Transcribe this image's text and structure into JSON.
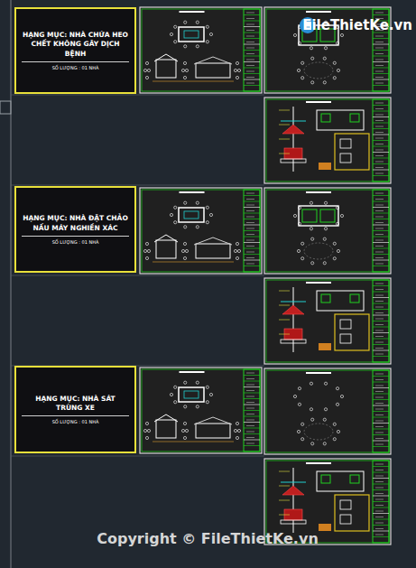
{
  "diagram": {
    "nodes": [
      {
        "text": [
          "HẠNG MỤC: NHÀ CHỨA HEO CHẾT KHÔNG GÂY DỊCH BỆNH",
          "SỐ LƯỢNG : 01 NHÀ"
        ]
      },
      {
        "text": [
          "HẠNG MỤC: NHÀ ĐẶT CHẢO NẤU MÁY NGHIỀN XÁC",
          "SỐ LƯỢNG : 01 NHÀ"
        ]
      },
      {
        "text": [
          "HẠNG MỤC: NHÀ SÁT TRÙNG XE",
          "SỐ LƯỢNG : 01 NHÀ"
        ]
      }
    ],
    "labels": [
      "FileThietKe.vn",
      "Copyright © FileThietKe.vn"
    ]
  }
}
